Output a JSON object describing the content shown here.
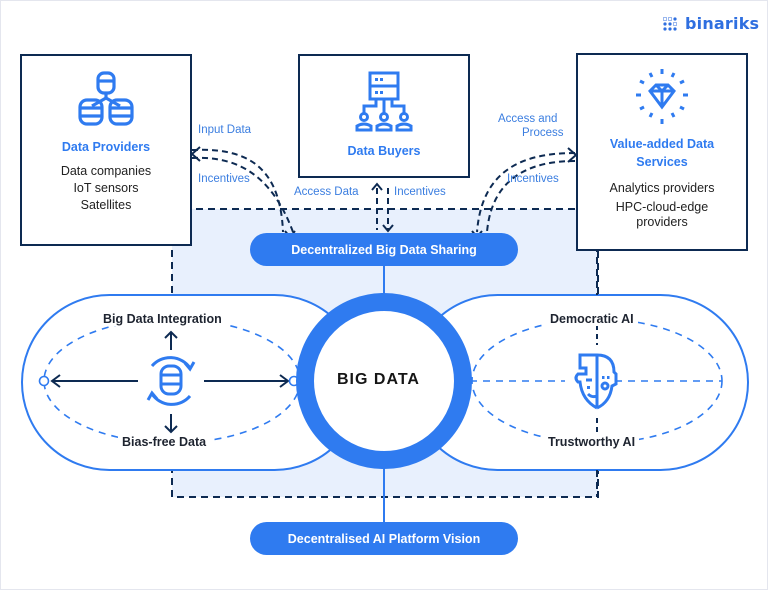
{
  "brand": {
    "name": "binariks",
    "icon": "dot-grid-logo-icon"
  },
  "colors": {
    "accent": "#2f7bf0",
    "navy": "#0d2a52",
    "light_fill": "#e8f0fd",
    "label_blue": "#3b7ee0"
  },
  "providers": {
    "title": "Data Providers",
    "icon": "database-cluster-icon",
    "lines": [
      "Data companies",
      "IoT sensors",
      "Satellites"
    ]
  },
  "buyers": {
    "title": "Data Buyers",
    "icon": "server-users-icon"
  },
  "services": {
    "title_line1": "Value-added Data",
    "title_line2": "Services",
    "icon": "diamond-icon",
    "lines": [
      "Analytics providers",
      "HPC-cloud-edge",
      "providers"
    ]
  },
  "flows": {
    "input_data": "Input Data",
    "incentives_left": "Incentives",
    "access_data": "Access Data",
    "incentives_mid": "Incentives",
    "access_process_1": "Access and",
    "access_process_2": "Process",
    "incentives_right": "Incentives"
  },
  "sharing_pill": "Decentralized Big Data Sharing",
  "vision_pill": "Decentralised AI Platform Vision",
  "center": "BIG DATA",
  "left_oval": {
    "top": "Big Data Integration",
    "bottom": "Bias-free Data",
    "icon": "database-sync-icon"
  },
  "right_oval": {
    "top": "Democratic AI",
    "bottom": "Trustworthy AI",
    "icon": "human-robot-face-icon"
  }
}
